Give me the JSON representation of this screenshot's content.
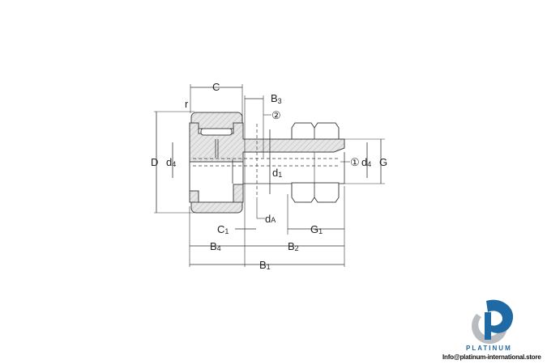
{
  "drawing": {
    "labels": {
      "C": "C",
      "r": "r",
      "B3": "B",
      "B3_sub": "3",
      "circle2": "②",
      "D": "D",
      "d4_left": "d",
      "d4_left_sub": "4",
      "d4_right": "d",
      "d4_right_sub": "4",
      "circle1": "①",
      "G": "G",
      "d1": "d",
      "d1_sub": "1",
      "dA": "d",
      "dA_sub": "A",
      "C1": "C",
      "C1_sub": "1",
      "G1": "G",
      "G1_sub": "1",
      "B4": "B",
      "B4_sub": "4",
      "B2": "B",
      "B2_sub": "2",
      "B1": "B",
      "B1_sub": "1"
    }
  },
  "logo": {
    "brand": "PLATINUM",
    "email": "Info@platinum-international.store",
    "colors": {
      "primary": "#1f6aa5",
      "secondary": "#b8bcc0"
    }
  }
}
